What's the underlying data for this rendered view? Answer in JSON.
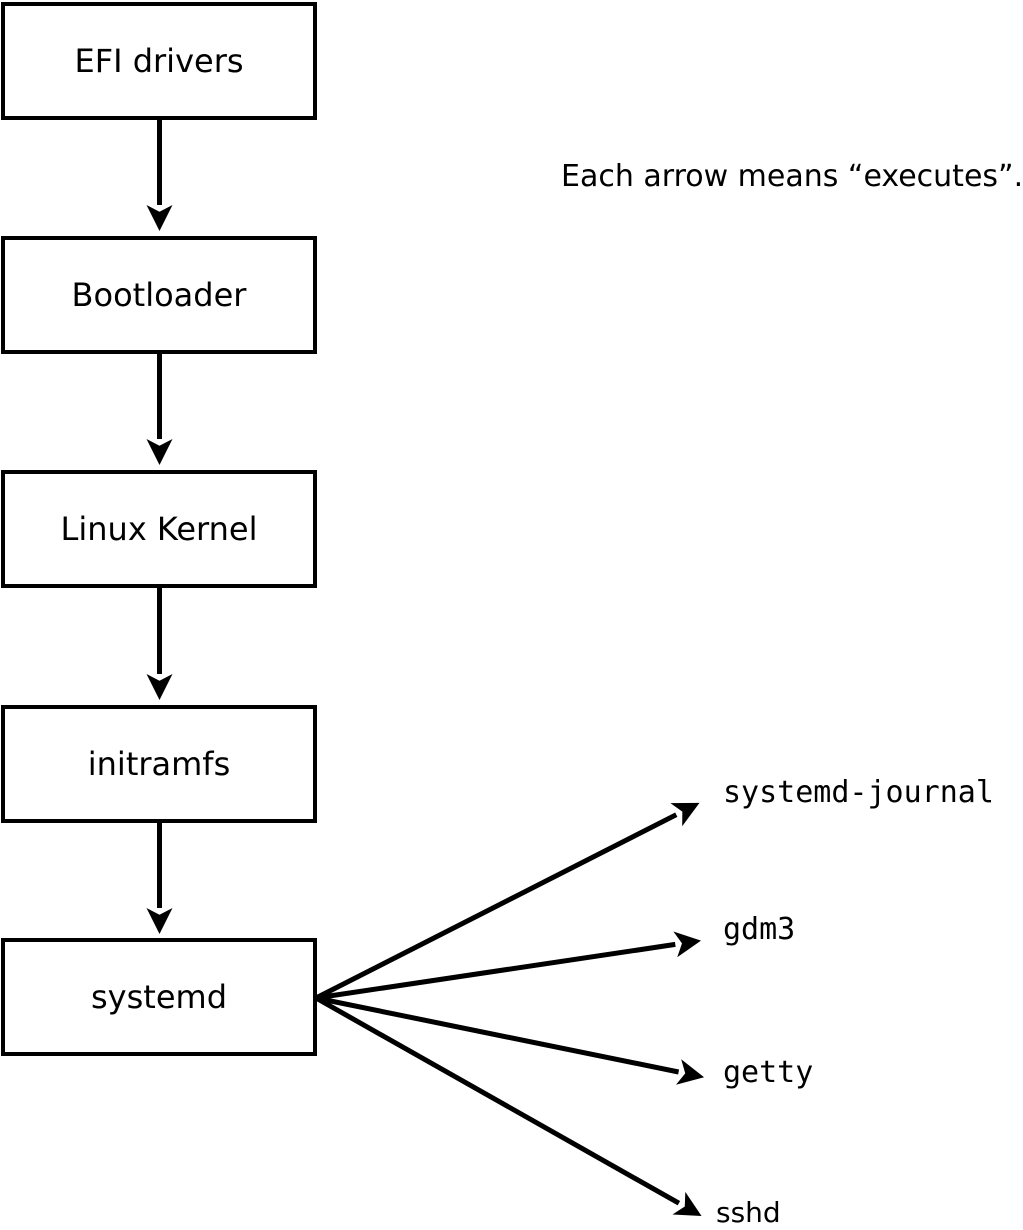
{
  "diagram": {
    "flow_boxes": [
      {
        "label": "EFI drivers"
      },
      {
        "label": "Bootloader"
      },
      {
        "label": "Linux Kernel"
      },
      {
        "label": "initramfs"
      },
      {
        "label": "systemd"
      }
    ],
    "annotation": "Each arrow means “executes”.",
    "arrow_meaning": "executes",
    "spawned_processes": [
      {
        "label": "systemd-journal"
      },
      {
        "label": "gdm3"
      },
      {
        "label": "getty"
      },
      {
        "label": "sshd"
      }
    ],
    "colors": {
      "ink": "#000000",
      "background": "#ffffff",
      "box_fill": "#ffffff"
    }
  }
}
